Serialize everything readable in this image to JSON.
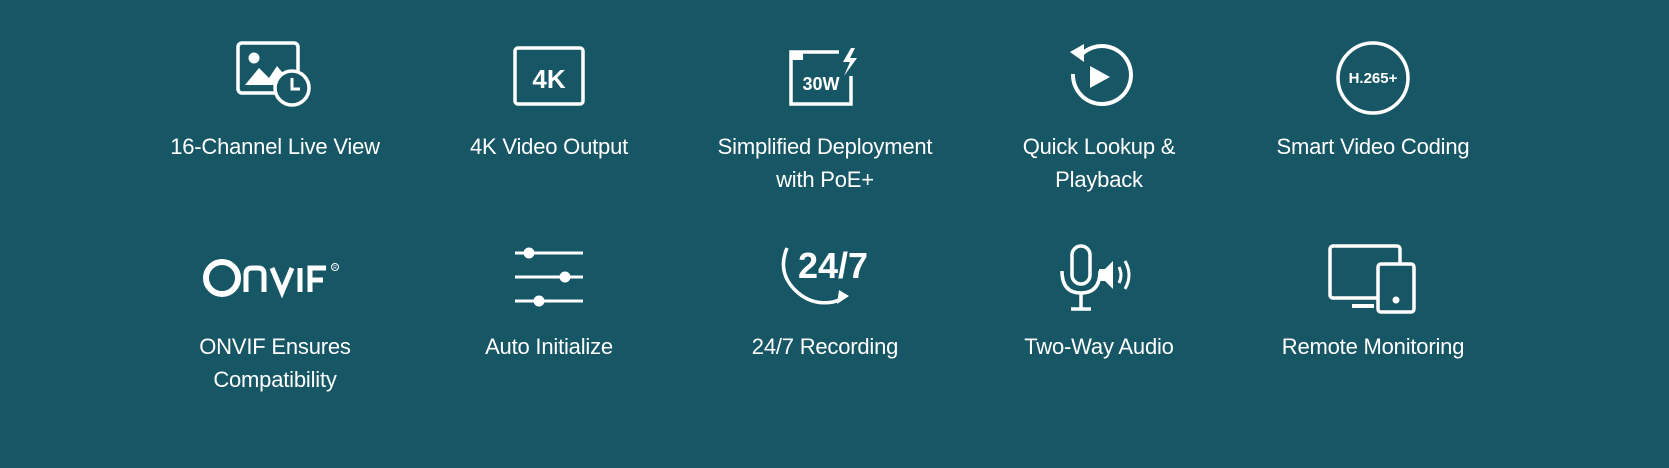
{
  "features": [
    {
      "icon": "image-clock-icon",
      "label": "16-Channel Live View"
    },
    {
      "icon": "4k-icon",
      "icon_text": "4K",
      "label": "4K Video Output"
    },
    {
      "icon": "poe-power-icon",
      "icon_text": "30W",
      "label": "Simplified Deployment\nwith PoE+"
    },
    {
      "icon": "replay-icon",
      "label": "Quick Lookup &\nPlayback"
    },
    {
      "icon": "h265-icon",
      "icon_text": "H.265+",
      "label": "Smart Video Coding"
    },
    {
      "icon": "onvif-logo-icon",
      "label": "ONVIF Ensures\nCompatibility"
    },
    {
      "icon": "sliders-icon",
      "label": "Auto Initialize"
    },
    {
      "icon": "247-recording-icon",
      "icon_text": "24/7",
      "label": "24/7 Recording"
    },
    {
      "icon": "mic-speaker-icon",
      "label": "Two-Way Audio"
    },
    {
      "icon": "monitor-phone-icon",
      "label": "Remote Monitoring"
    }
  ]
}
